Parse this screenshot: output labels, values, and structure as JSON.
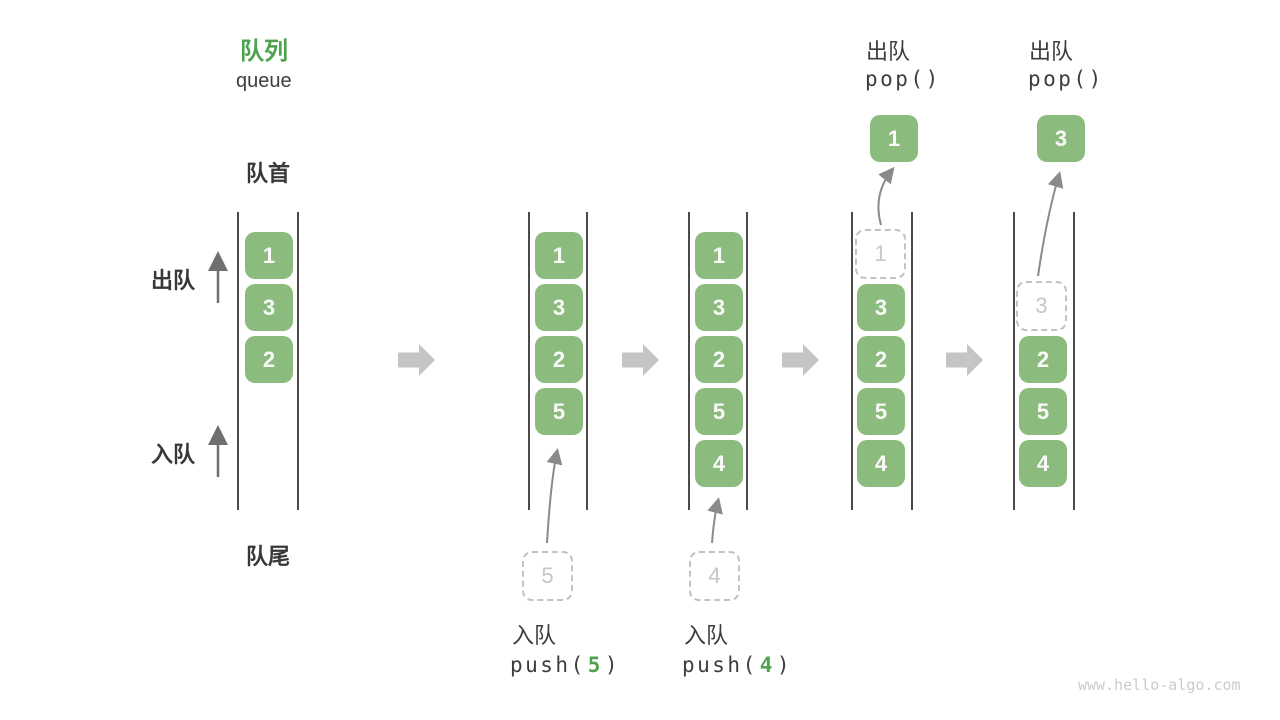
{
  "title": {
    "zh": "队列",
    "en": "queue"
  },
  "side_labels": {
    "front": "队首",
    "rear": "队尾",
    "dequeue": "出队",
    "enqueue": "入队"
  },
  "states": [
    {
      "cells": [
        "1",
        "3",
        "2"
      ]
    },
    {
      "cells": [
        "1",
        "3",
        "2",
        "5"
      ],
      "pending": "5",
      "op": {
        "label": "入队",
        "fn": "push(",
        "arg": "5",
        "close": ")"
      }
    },
    {
      "cells": [
        "1",
        "3",
        "2",
        "5",
        "4"
      ],
      "pending": "4",
      "op": {
        "label": "入队",
        "fn": "push(",
        "arg": "4",
        "close": ")"
      }
    },
    {
      "cells": [
        "3",
        "2",
        "5",
        "4"
      ],
      "removed": "1",
      "popped": "1",
      "op": {
        "label": "出队",
        "fn": "pop()"
      }
    },
    {
      "cells": [
        "2",
        "5",
        "4"
      ],
      "removed": "3",
      "popped": "3",
      "op": {
        "label": "出队",
        "fn": "pop()"
      }
    }
  ],
  "watermark": "www.hello-algo.com",
  "colors": {
    "cell_green": "#8BBC7D",
    "accent_green": "#4CA24E",
    "transition_arrow": "#c5c5c5",
    "thin_arrow": "#6f6f6f",
    "curve_arrow": "#8a8a8a",
    "column_line": "#4a4a4a",
    "text_dark": "#3d3d3d",
    "muted_gray": "#c6c6c6"
  }
}
